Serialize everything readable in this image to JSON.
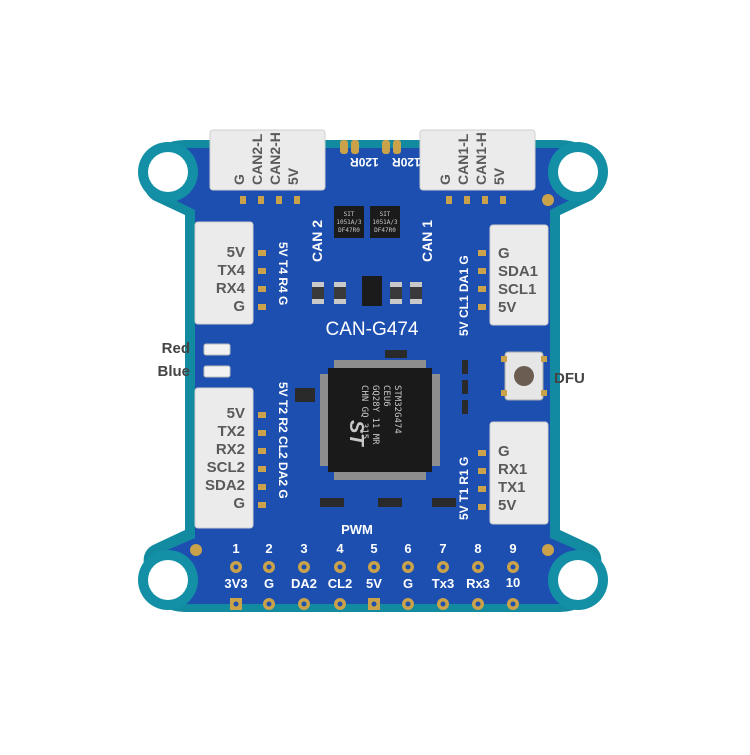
{
  "board": {
    "name": "CAN-G474",
    "silk_can2": "CAN 2",
    "silk_can1": "CAN 1",
    "silk_pwm": "PWM",
    "silk_120r_left": "120R",
    "silk_120r_right": "120R",
    "silk_left_top": "5V T4 R4 G",
    "silk_left_bottom": "5V T2 R2 CL2 DA2 G",
    "silk_right_top": "5V CL1 DA1 G",
    "silk_right_bottom": "5V T1 R1 G"
  },
  "connectors": {
    "can2": [
      "G",
      "CAN2-L",
      "CAN2-H",
      "5V"
    ],
    "can1": [
      "G",
      "CAN1-L",
      "CAN1-H",
      "5V"
    ],
    "telem4": [
      "5V",
      "TX4",
      "RX4",
      "G"
    ],
    "i2c1": [
      "G",
      "SDA1",
      "SCL1",
      "5V"
    ],
    "telem2": [
      "5V",
      "TX2",
      "RX2",
      "SCL2",
      "SDA2",
      "G"
    ],
    "uart1": [
      "G",
      "RX1",
      "TX1",
      "5V"
    ]
  },
  "external_labels": {
    "red": "Red",
    "blue": "Blue",
    "dfu": "DFU"
  },
  "pwm_pads": {
    "numbers": [
      "1",
      "2",
      "3",
      "4",
      "5",
      "6",
      "7",
      "8",
      "9",
      "10"
    ],
    "functions": [
      "3V3",
      "G",
      "DA2",
      "CL2",
      "5V",
      "G",
      "Tx3",
      "Rx3"
    ]
  },
  "mcu": {
    "line1": "STM32G474",
    "line2": "CEU6",
    "line3": "GQ28Y 11 MR",
    "line4": "CHN GQ 315"
  },
  "transceiver": {
    "line1": "SIT",
    "line2": "1051A/3",
    "line3": "DF47R0"
  },
  "colors": {
    "pcb_blue": "#1c4fb0",
    "pcb_edge": "#0f8a9c",
    "connector_white": "#eceaea",
    "gold_pad": "#c9a24a",
    "chip_black": "#1b1b1b"
  }
}
